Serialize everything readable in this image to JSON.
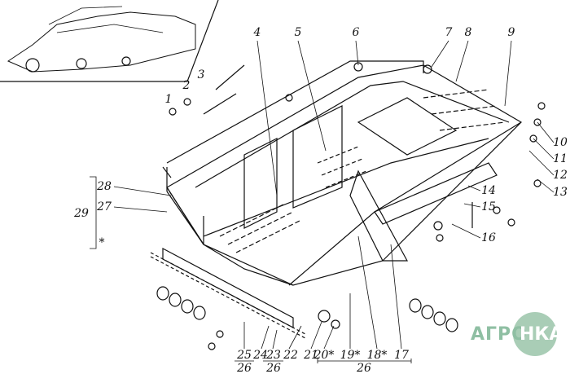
{
  "diagram": {
    "callouts": [
      "1",
      "2",
      "3",
      "4",
      "5",
      "6",
      "7",
      "8",
      "9",
      "10",
      "11",
      "12",
      "13",
      "14",
      "15",
      "16",
      "17",
      "18*",
      "19*",
      "20*",
      "21",
      "22",
      "23",
      "24",
      "25",
      "26",
      "27",
      "28",
      "29",
      "*"
    ],
    "group_label_26": "26"
  },
  "watermark": {
    "text": "АГРОНКА",
    "left": "АГРО",
    "right": "НКА",
    "color": "#8fbfa3"
  }
}
